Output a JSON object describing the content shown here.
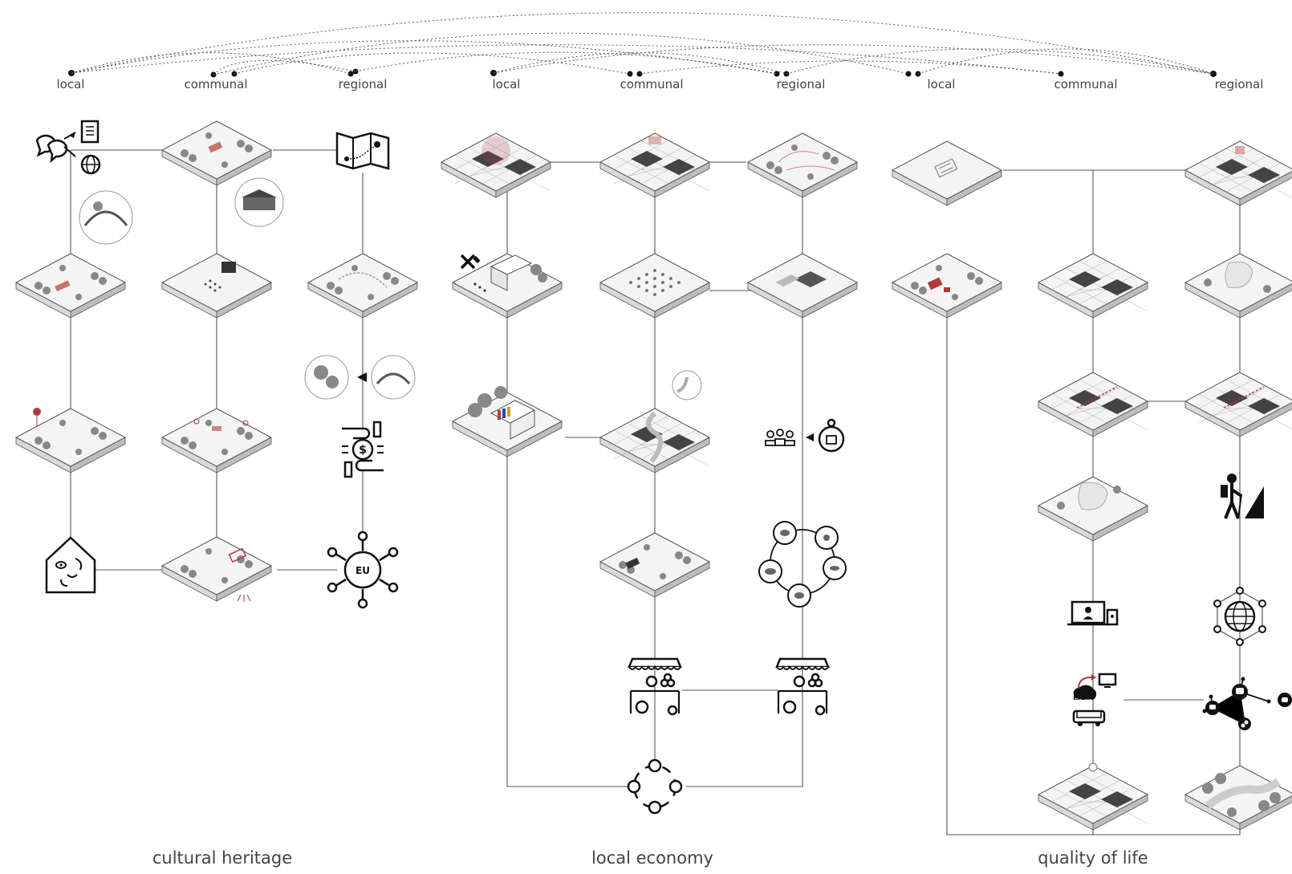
{
  "levels": [
    "local",
    "communal",
    "regional",
    "local",
    "communal",
    "regional",
    "local",
    "communal",
    "regional"
  ],
  "groups": [
    {
      "title": "cultural heritage"
    },
    {
      "title": "local economy"
    },
    {
      "title": "quality of life"
    }
  ],
  "icons": {
    "eu_label": "EU",
    "dots_label": "Do wo"
  },
  "colors": {
    "accent": "#b23a3a",
    "line": "#555555",
    "text": "#444444"
  }
}
